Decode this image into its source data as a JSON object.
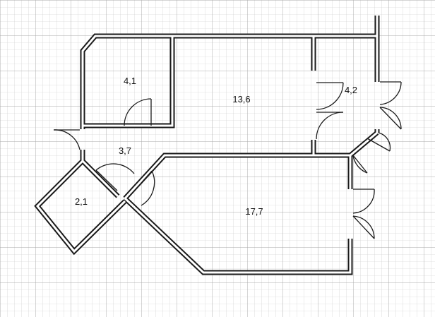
{
  "floor_plan": {
    "rooms": [
      {
        "id": "room-small-upper-left",
        "area": "4,1"
      },
      {
        "id": "room-large-upper-middle",
        "area": "13,6"
      },
      {
        "id": "room-upper-right",
        "area": "4,2"
      },
      {
        "id": "room-hall",
        "area": "3,7"
      },
      {
        "id": "room-angled-small",
        "area": "2,1"
      },
      {
        "id": "room-large-lower",
        "area": "17,7"
      }
    ]
  }
}
